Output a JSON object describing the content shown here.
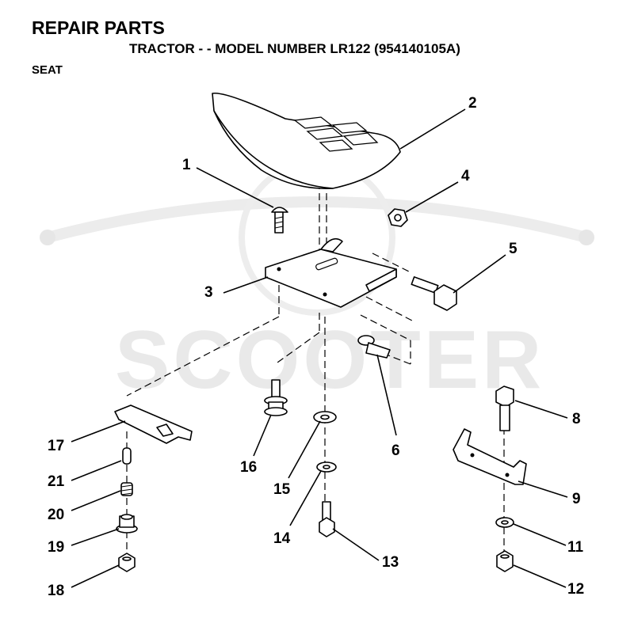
{
  "header": {
    "title": "REPAIR PARTS",
    "subtitle": "TRACTOR - - MODEL NUMBER LR122 (954140105A)",
    "section": "SEAT"
  },
  "watermark": {
    "text": "SCOOTER"
  },
  "callouts": {
    "c1": "1",
    "c2": "2",
    "c3": "3",
    "c4": "4",
    "c5": "5",
    "c6": "6",
    "c8": "8",
    "c9": "9",
    "c11": "11",
    "c12": "12",
    "c13": "13",
    "c14": "14",
    "c15": "15",
    "c16": "16",
    "c17": "17",
    "c18": "18",
    "c19": "19",
    "c20": "20",
    "c21": "21"
  }
}
